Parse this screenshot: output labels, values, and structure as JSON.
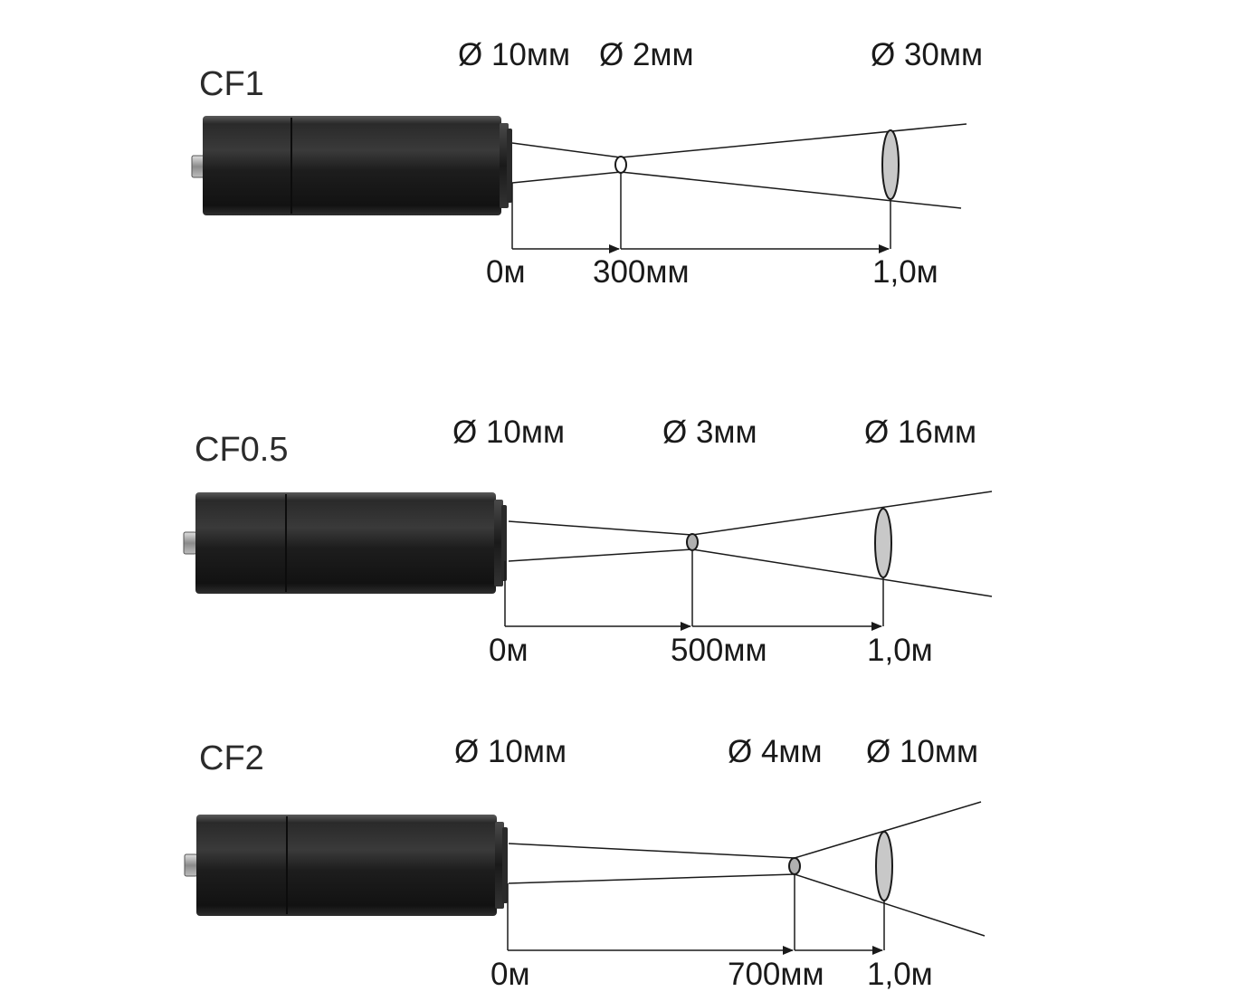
{
  "diagrams": [
    {
      "model": "CF1",
      "diam_lens": "Ø 10мм",
      "diam_focus": "Ø 2мм",
      "diam_far": "Ø 30мм",
      "dist_start": "0м",
      "dist_focus": "300мм",
      "dist_end": "1,0м"
    },
    {
      "model": "CF0.5",
      "diam_lens": "Ø 10мм",
      "diam_focus": "Ø 3мм",
      "diam_far": "Ø 16мм",
      "dist_start": "0м",
      "dist_focus": "500мм",
      "dist_end": "1,0м"
    },
    {
      "model": "CF2",
      "diam_lens": "Ø 10мм",
      "diam_focus": "Ø 4мм",
      "diam_far": "Ø 10мм",
      "dist_start": "0м",
      "dist_focus": "700мм",
      "dist_end": "1,0м"
    }
  ],
  "colors": {
    "sensor_body": "#1c1c1c",
    "far_spot_fill": "#c8c8c8",
    "line": "#1a1a1a"
  }
}
